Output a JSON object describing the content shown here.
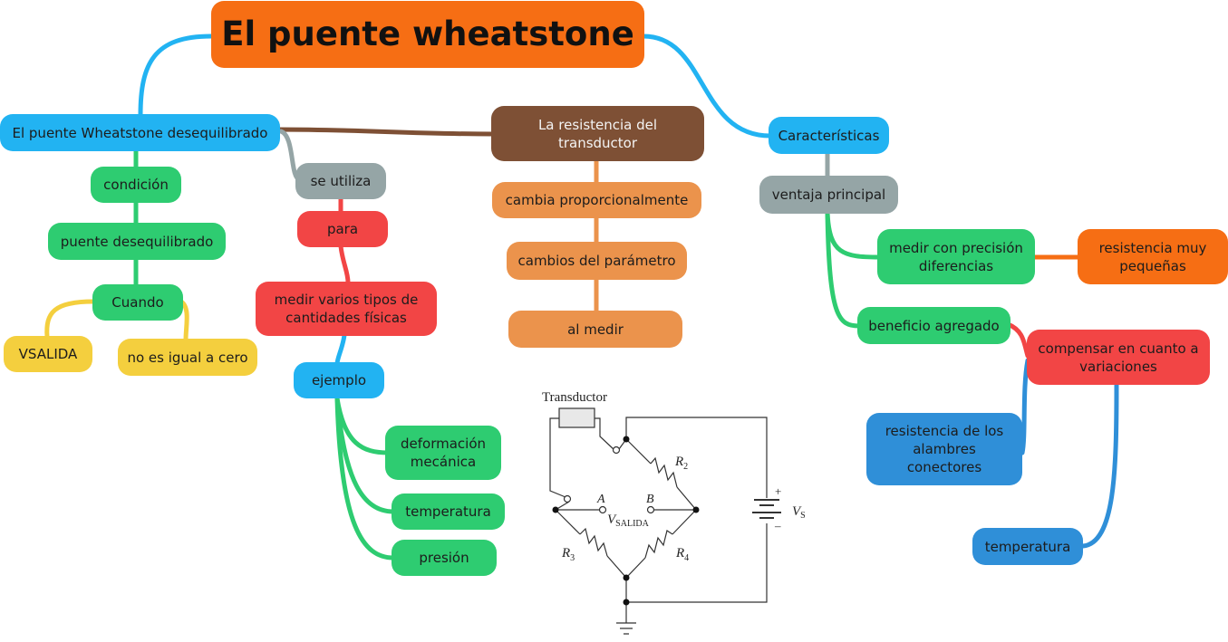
{
  "title": "El puente wheatstone",
  "left_branch": {
    "main": "El puente Wheatstone desequilibrado",
    "condicion": "condición",
    "puente": "puente desequilibrado",
    "cuando": "Cuando",
    "vsalida": "VSALIDA",
    "no_igual": "no es igual a cero"
  },
  "use_branch": {
    "se_utiliza": "se utiliza",
    "para": "para",
    "medir": "medir varios tipos de cantidades físicas",
    "ejemplo": "ejemplo",
    "examples": [
      "deformación mecánica",
      "temperatura",
      "presión"
    ]
  },
  "center_branch": {
    "resistencia": "La resistencia del transductor",
    "cambia": "cambia proporcionalmente",
    "cambios": "cambios del parámetro",
    "al_medir": "al medir"
  },
  "right_branch": {
    "caracteristicas": "Características",
    "ventaja": "ventaja principal",
    "medir_precision": "medir con precisión diferencias",
    "resistencia_pequenas": "resistencia muy pequeñas",
    "beneficio": "beneficio agregado",
    "compensar": "compensar en cuanto a variaciones",
    "alambres": "resistencia de los alambres conectores",
    "temperatura": "temperatura"
  },
  "circuit": {
    "transductor": "Transductor",
    "r2": "R",
    "r2_sub": "2",
    "r3": "R",
    "r3_sub": "3",
    "r4": "R",
    "r4_sub": "4",
    "a": "A",
    "b": "B",
    "v": "V",
    "v_sub": "SALIDA",
    "vs": "V",
    "vs_sub": "S",
    "plus": "+",
    "minus": "–"
  },
  "colors": {
    "blue_light": "#22b3f2",
    "orange": "#f66e14",
    "brown": "#7e5035",
    "green": "#2ecc71",
    "gray": "#95a5a6",
    "red": "#f24545",
    "yellow": "#f4cf3e",
    "peach": "#eb934c",
    "blue_dark": "#2f8fd8"
  }
}
